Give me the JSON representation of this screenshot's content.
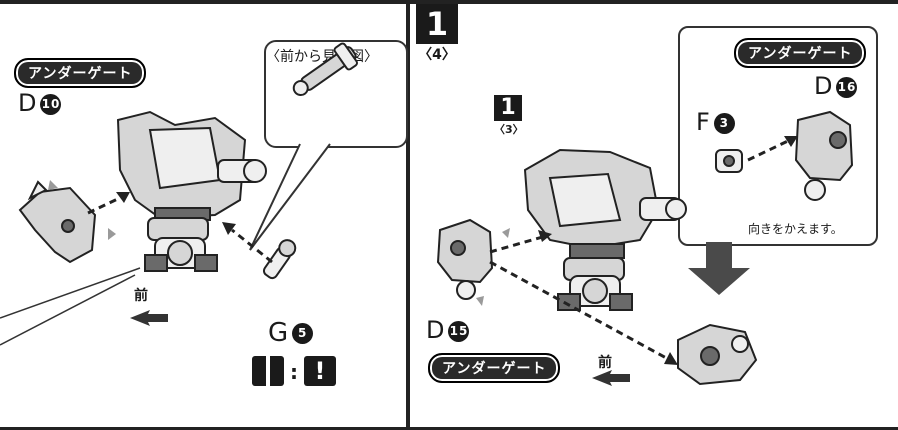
{
  "left_panel": {
    "part_badge": "アンダーゲート",
    "part_d_letter": "D",
    "part_d_number": "10",
    "callout_title": "〈前から見た図〉",
    "front_label": "前",
    "part_g_letter": "G",
    "part_g_number": "5",
    "colon": ":",
    "exclaim": "!"
  },
  "right_panel": {
    "step_number": "1",
    "step_sub": "〈4〉",
    "substep_number": "1",
    "substep_sub": "〈3〉",
    "inset_badge": "アンダーゲート",
    "part_d16_letter": "D",
    "part_d16_number": "16",
    "part_f_letter": "F",
    "part_f_number": "3",
    "note": "向きをかえます。",
    "part_d15_letter": "D",
    "part_d15_number": "15",
    "bottom_badge": "アンダーゲート",
    "front_label": "前"
  },
  "colors": {
    "ink": "#1a1a1a",
    "gray": "#d6d6d6",
    "arrow_gray": "#5a5a5a"
  }
}
